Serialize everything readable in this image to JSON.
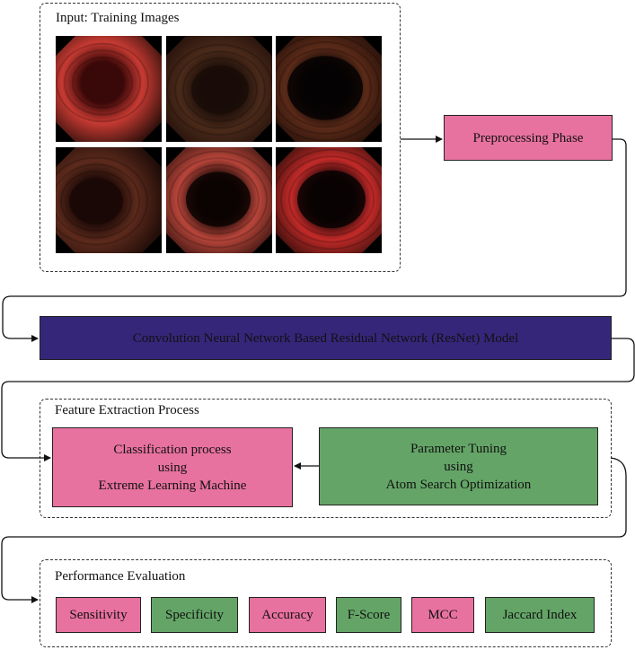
{
  "input_group": {
    "label": "Input: Training Images",
    "images": [
      {
        "name": "endoscopy-image-1",
        "tone": "#c63a32",
        "lumen": "#3a0808"
      },
      {
        "name": "endoscopy-image-2",
        "tone": "#4a2a1a",
        "lumen": "#1a0d08"
      },
      {
        "name": "endoscopy-image-3",
        "tone": "#5a2a18",
        "lumen": "#050202"
      },
      {
        "name": "endoscopy-image-4",
        "tone": "#5c2a1c",
        "lumen": "#1a0806"
      },
      {
        "name": "endoscopy-image-5",
        "tone": "#b8453a",
        "lumen": "#0c0302"
      },
      {
        "name": "endoscopy-image-6",
        "tone": "#c22a28",
        "lumen": "#080202"
      }
    ]
  },
  "preprocessing": {
    "label": "Preprocessing Phase"
  },
  "resnet": {
    "label": "Convolution Neural Network Based Residual Network (ResNet) Model"
  },
  "feature_group": {
    "label": "Feature Extraction Process",
    "classification": "Classification process\nusing\nExtreme Learning Machine",
    "tuning": "Parameter Tuning\nusing\nAtom Search Optimization"
  },
  "performance_group": {
    "label": "Performance Evaluation",
    "metrics": [
      {
        "label": "Sensitivity",
        "color": "#e8729f"
      },
      {
        "label": "Specificity",
        "color": "#64a567"
      },
      {
        "label": "Accuracy",
        "color": "#e8729f"
      },
      {
        "label": "F-Score",
        "color": "#64a567"
      },
      {
        "label": "MCC",
        "color": "#e8729f"
      },
      {
        "label": "Jaccard Index",
        "color": "#64a567"
      }
    ]
  },
  "colors": {
    "pink": "#e8729f",
    "green": "#64a567",
    "navy": "#36267a"
  }
}
